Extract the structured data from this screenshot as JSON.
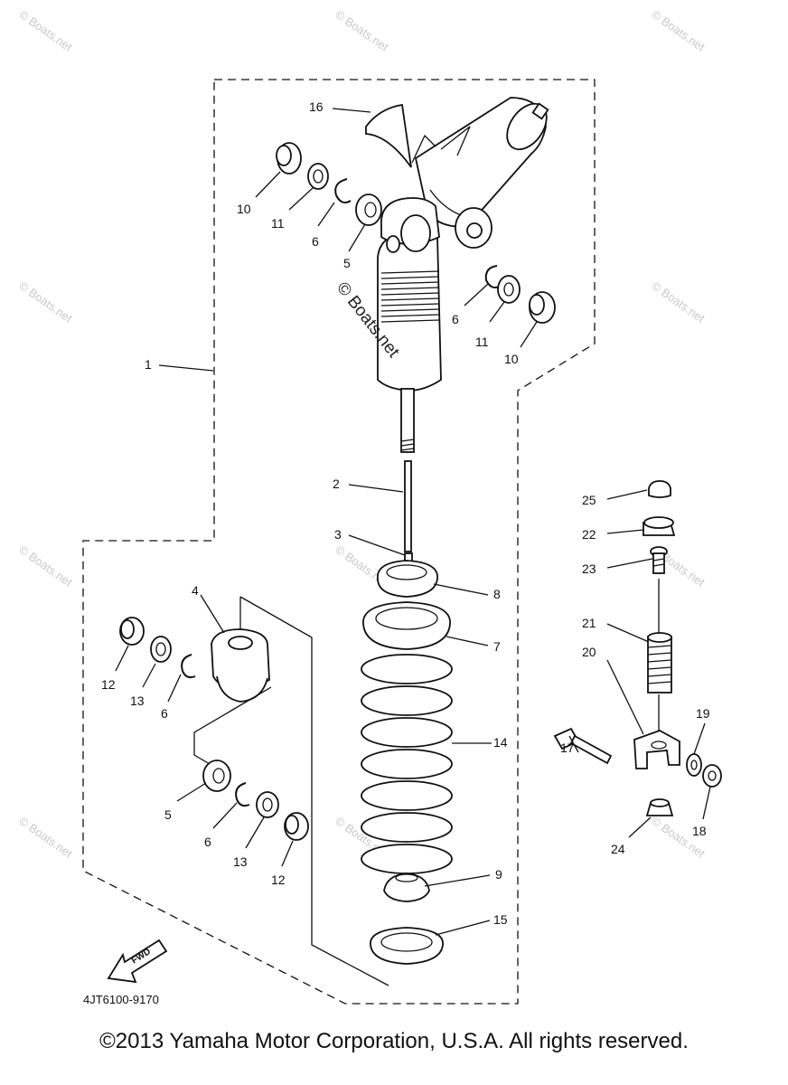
{
  "callouts": [
    {
      "id": "c16",
      "text": "16"
    },
    {
      "id": "c10a",
      "text": "10"
    },
    {
      "id": "c11a",
      "text": "11"
    },
    {
      "id": "c6a",
      "text": "6"
    },
    {
      "id": "c5a",
      "text": "5"
    },
    {
      "id": "c6b",
      "text": "6"
    },
    {
      "id": "c11b",
      "text": "11"
    },
    {
      "id": "c10b",
      "text": "10"
    },
    {
      "id": "c1",
      "text": "1"
    },
    {
      "id": "c2",
      "text": "2"
    },
    {
      "id": "c3",
      "text": "3"
    },
    {
      "id": "c8",
      "text": "8"
    },
    {
      "id": "c7",
      "text": "7"
    },
    {
      "id": "c14",
      "text": "14"
    },
    {
      "id": "c9",
      "text": "9"
    },
    {
      "id": "c15",
      "text": "15"
    },
    {
      "id": "c4",
      "text": "4"
    },
    {
      "id": "c12a",
      "text": "12"
    },
    {
      "id": "c13a",
      "text": "13"
    },
    {
      "id": "c6c",
      "text": "6"
    },
    {
      "id": "c5b",
      "text": "5"
    },
    {
      "id": "c6d",
      "text": "6"
    },
    {
      "id": "c13b",
      "text": "13"
    },
    {
      "id": "c12b",
      "text": "12"
    },
    {
      "id": "c25",
      "text": "25"
    },
    {
      "id": "c22",
      "text": "22"
    },
    {
      "id": "c23",
      "text": "23"
    },
    {
      "id": "c21",
      "text": "21"
    },
    {
      "id": "c20",
      "text": "20"
    },
    {
      "id": "c19",
      "text": "19"
    },
    {
      "id": "c17",
      "text": "17"
    },
    {
      "id": "c18",
      "text": "18"
    },
    {
      "id": "c24",
      "text": "24"
    }
  ],
  "fwd_label": "FWD",
  "part_number": "4JT6100-9170",
  "watermark_small": "© Boats.net",
  "watermark_center": "© Boats.net",
  "copyright": "©2013 Yamaha Motor Corporation, U.S.A. All rights reserved."
}
